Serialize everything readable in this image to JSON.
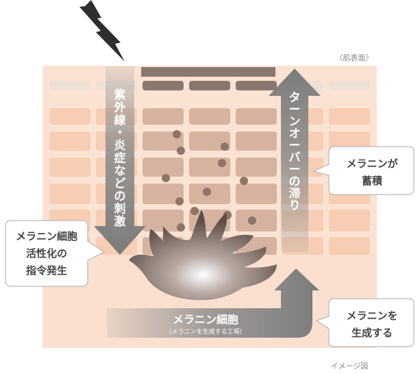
{
  "labels": {
    "skin_surface": "〈肌表面〉",
    "stimulus_arrow": "紫外線・炎症などの刺激",
    "turnover_arrow": "ターンオーバーの滞り",
    "melanocyte_title": "メラニン細胞",
    "melanocyte_sub": "（メラニンを生成する工場）",
    "image_note": "イメージ図"
  },
  "callouts": {
    "activation": [
      "メラニン細胞",
      "活性化の",
      "指令発生"
    ],
    "accumulation": [
      "メラニンが",
      "蓄積"
    ],
    "production": [
      "メラニンを",
      "生成する"
    ]
  },
  "colors": {
    "skin_base": "#fbe3d3",
    "skin_cell": "#f7cdb3",
    "stained_cell": "#d6b3a0",
    "surface_cell": "#efe0d6",
    "dark_layer": "#8a7870",
    "dermis": "#fbe0cf",
    "arrow_gray": "#8c8c8c",
    "melanocyte": "#6e5c55",
    "melanin_dot": "#8f7468",
    "callout_border": "#b8b8b8"
  },
  "icons": {
    "lightning": "lightning-bolt-icon"
  }
}
